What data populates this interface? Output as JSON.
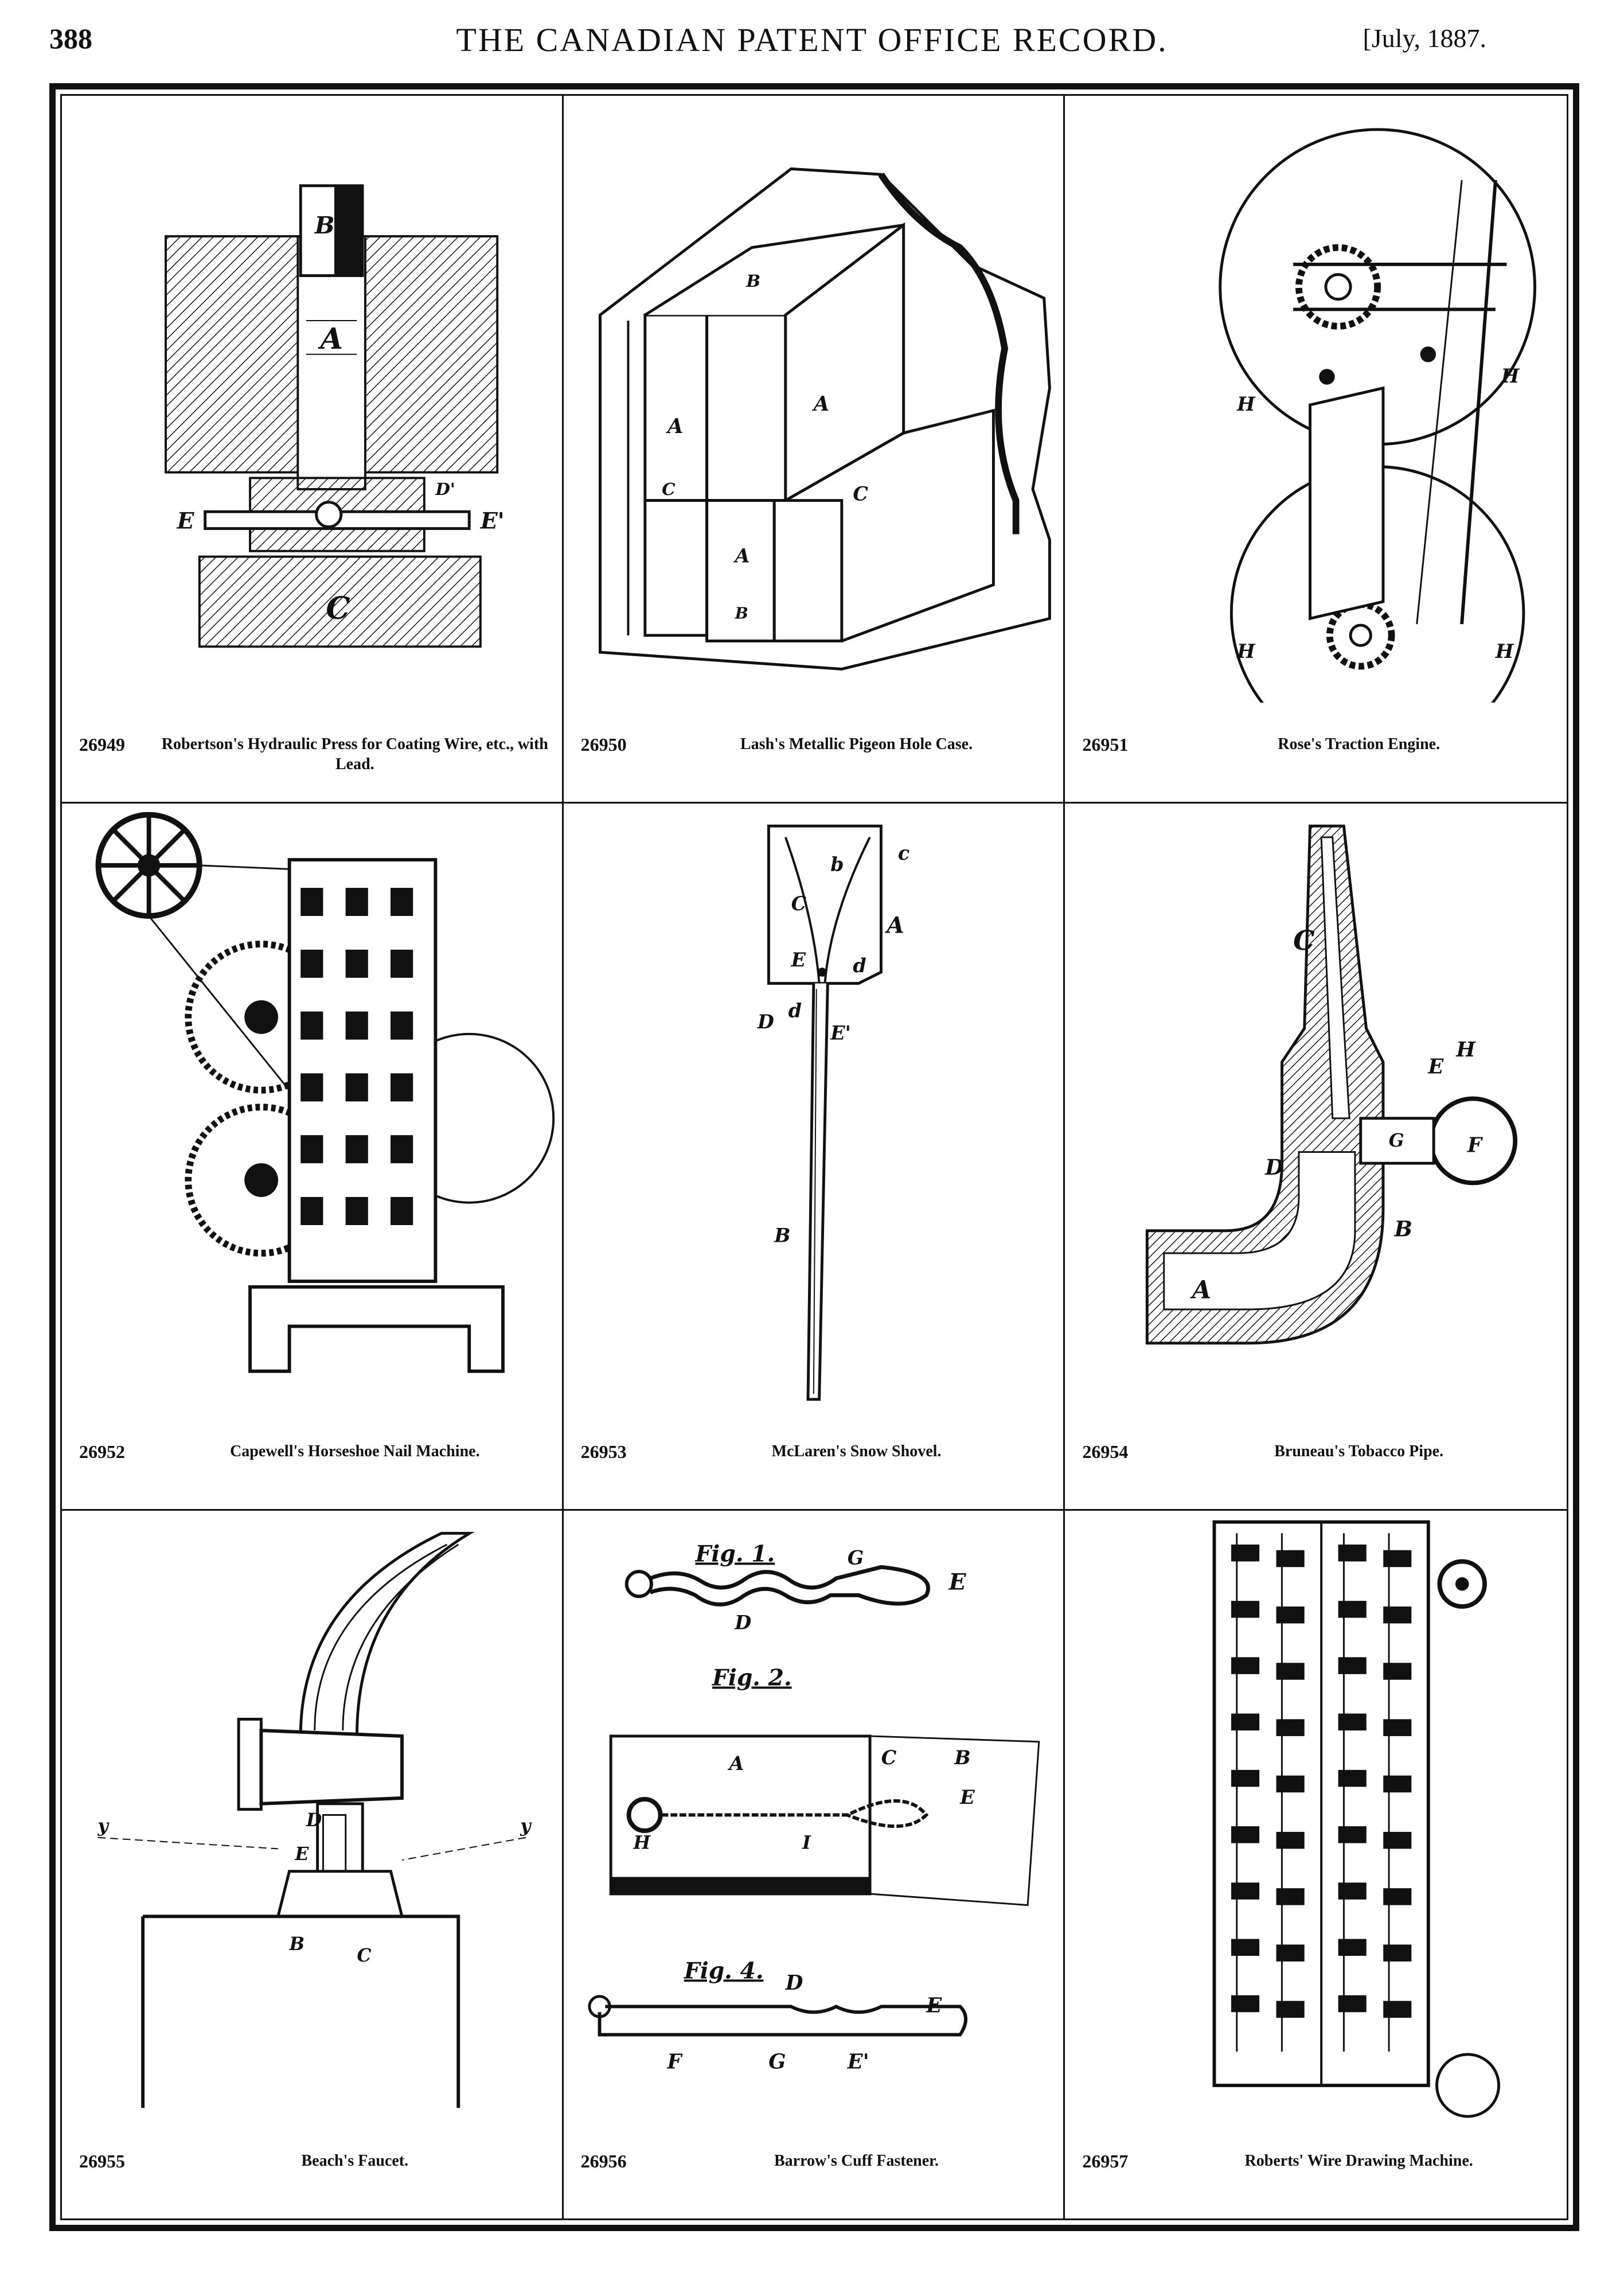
{
  "header": {
    "page_number": "388",
    "journal_title": "THE CANADIAN PATENT OFFICE RECORD.",
    "issue_date": "[July, 1887."
  },
  "patents": [
    {
      "number": "26949",
      "title": "Robertson's Hydraulic Press for Coating Wire, etc., with Lead."
    },
    {
      "number": "26950",
      "title": "Lash's Metallic Pigeon Hole Case."
    },
    {
      "number": "26951",
      "title": "Rose's Traction Engine."
    },
    {
      "number": "26952",
      "title": "Capewell's Horseshoe Nail Machine."
    },
    {
      "number": "26953",
      "title": "McLaren's Snow Shovel."
    },
    {
      "number": "26954",
      "title": "Bruneau's Tobacco Pipe."
    },
    {
      "number": "26955",
      "title": "Beach's Faucet."
    },
    {
      "number": "26956",
      "title": "Barrow's Cuff Fastener."
    },
    {
      "number": "26957",
      "title": "Roberts' Wire Drawing Machine."
    }
  ],
  "figure_labels": {
    "press": [
      "B",
      "A",
      "D'",
      "E",
      "E'",
      "C"
    ],
    "case": [
      "A",
      "B",
      "C",
      "A",
      "C",
      "A",
      "B"
    ],
    "engine": [
      "H",
      "H",
      "H",
      "H"
    ],
    "shovel": [
      "A",
      "b",
      "c",
      "C",
      "E",
      "d",
      "d",
      "D",
      "E'",
      "B"
    ],
    "pipe": [
      "C",
      "E",
      "H",
      "F",
      "G",
      "D",
      "B",
      "A"
    ],
    "faucet": [
      "E",
      "D",
      "B",
      "C",
      "y",
      "y"
    ],
    "fastener": [
      "Fig. 1.",
      "G",
      "E",
      "D",
      "Fig. 2.",
      "A",
      "C",
      "B",
      "E",
      "H",
      "I",
      "Fig. 4.",
      "D",
      "E",
      "F",
      "G",
      "E'"
    ]
  }
}
